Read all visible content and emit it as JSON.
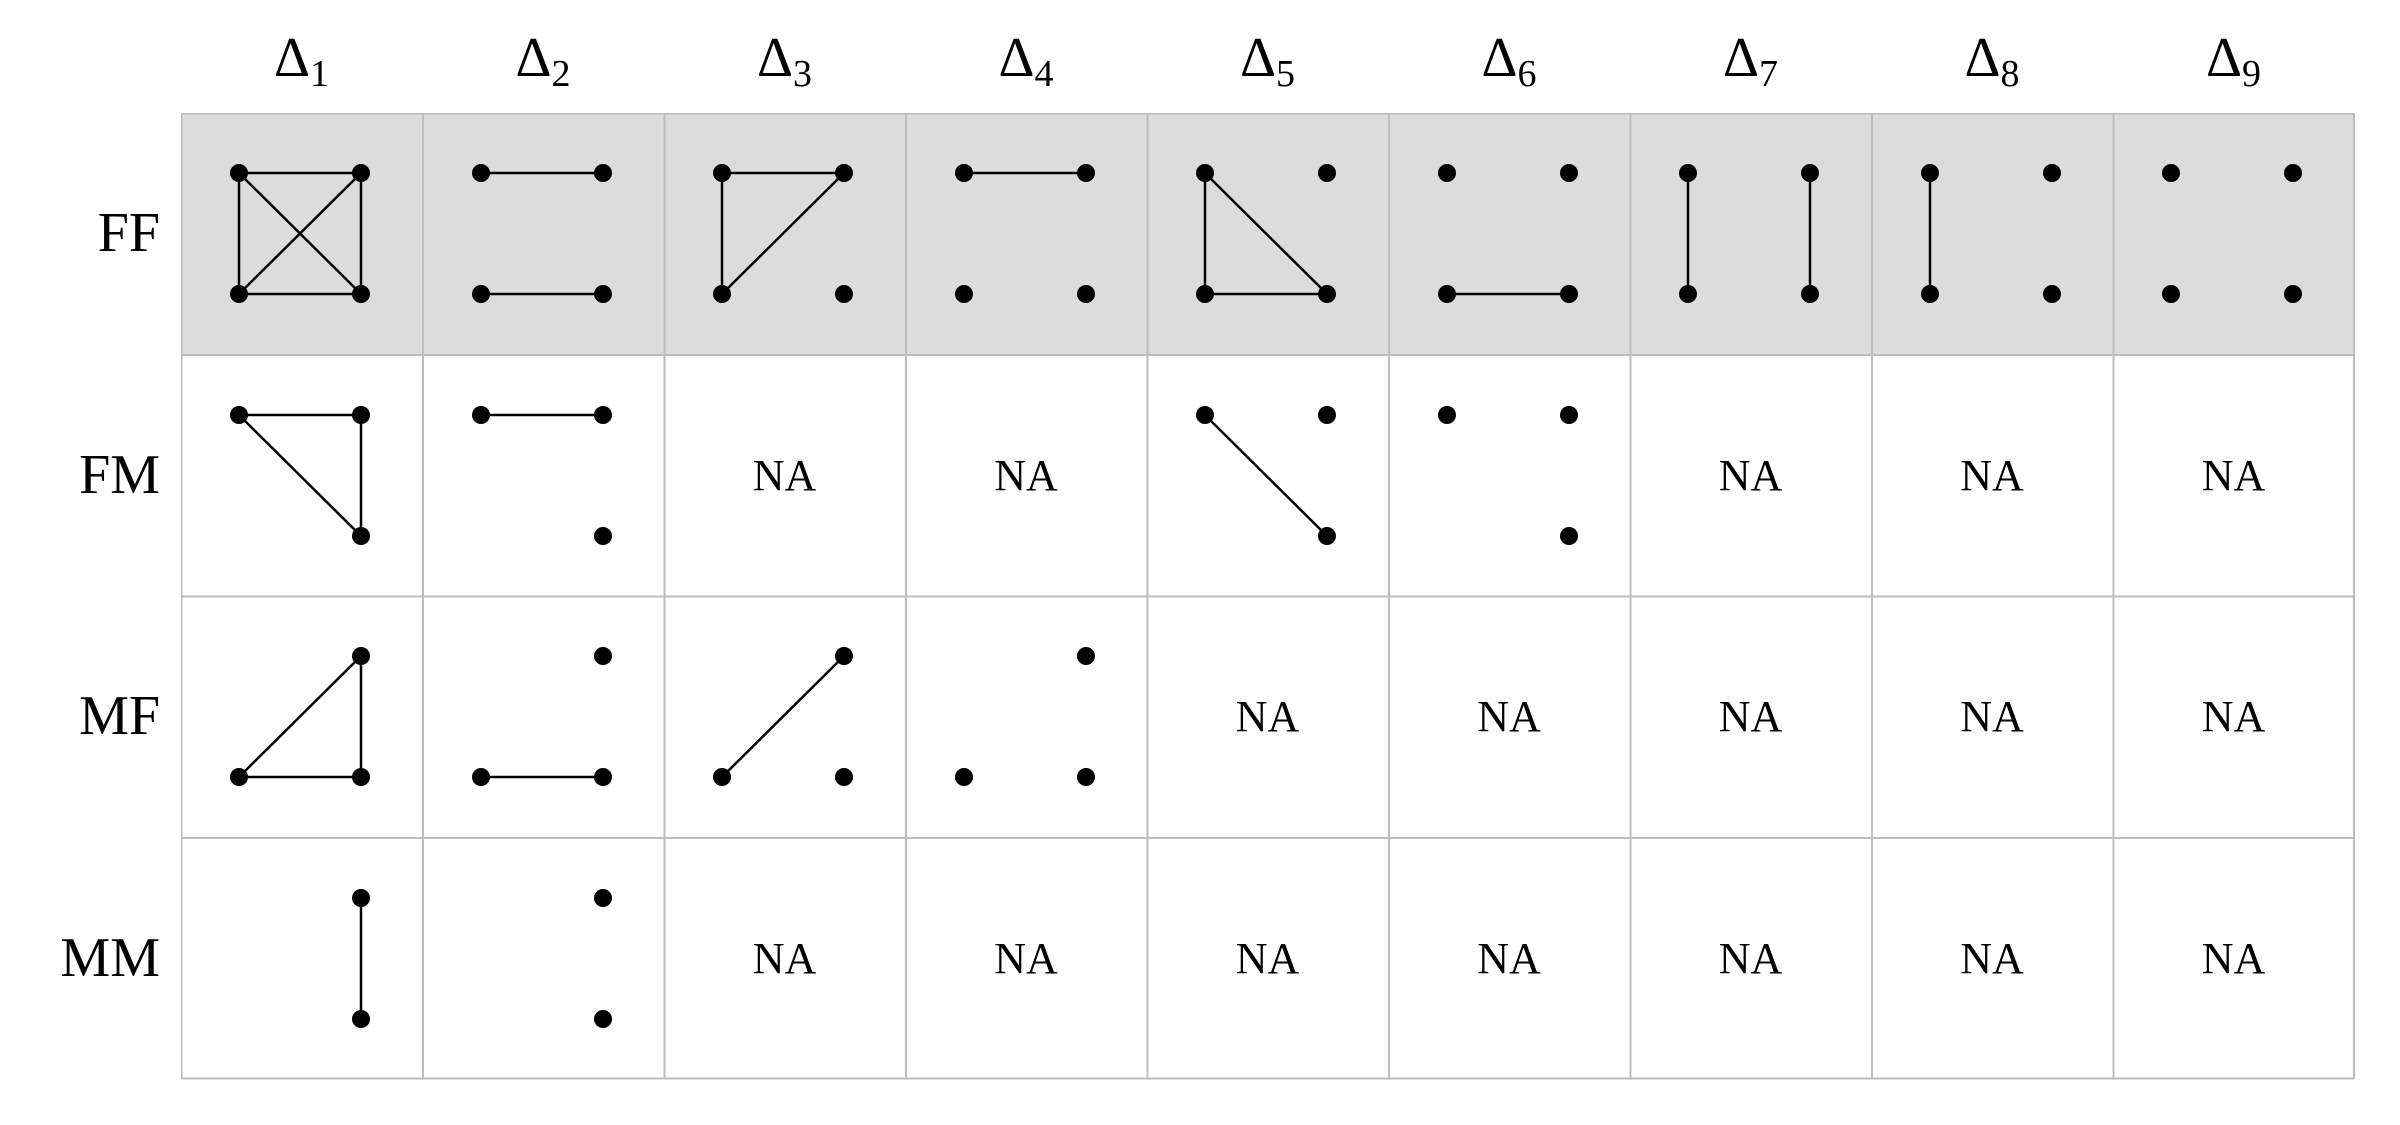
{
  "columns": [
    {
      "symbol": "Δ",
      "sub": "1"
    },
    {
      "symbol": "Δ",
      "sub": "2"
    },
    {
      "symbol": "Δ",
      "sub": "3"
    },
    {
      "symbol": "Δ",
      "sub": "4"
    },
    {
      "symbol": "Δ",
      "sub": "5"
    },
    {
      "symbol": "Δ",
      "sub": "6"
    },
    {
      "symbol": "Δ",
      "sub": "7"
    },
    {
      "symbol": "Δ",
      "sub": "8"
    },
    {
      "symbol": "Δ",
      "sub": "9"
    }
  ],
  "rows": [
    {
      "label": "FF",
      "shaded": true,
      "cells": [
        {
          "nodes": [
            "TL",
            "TR",
            "BL",
            "BR"
          ],
          "edges": [
            [
              "TL",
              "TR"
            ],
            [
              "BL",
              "BR"
            ],
            [
              "TL",
              "BL"
            ],
            [
              "TR",
              "BR"
            ],
            [
              "TL",
              "BR"
            ],
            [
              "TR",
              "BL"
            ]
          ]
        },
        {
          "nodes": [
            "TL",
            "TR",
            "BL",
            "BR"
          ],
          "edges": [
            [
              "TL",
              "TR"
            ],
            [
              "BL",
              "BR"
            ]
          ]
        },
        {
          "nodes": [
            "TL",
            "TR",
            "BL",
            "BR"
          ],
          "edges": [
            [
              "TL",
              "TR"
            ],
            [
              "TL",
              "BL"
            ],
            [
              "TR",
              "BL"
            ]
          ]
        },
        {
          "nodes": [
            "TL",
            "TR",
            "BL",
            "BR"
          ],
          "edges": [
            [
              "TL",
              "TR"
            ]
          ]
        },
        {
          "nodes": [
            "TL",
            "TR",
            "BL",
            "BR"
          ],
          "edges": [
            [
              "TL",
              "BL"
            ],
            [
              "BL",
              "BR"
            ],
            [
              "TL",
              "BR"
            ]
          ]
        },
        {
          "nodes": [
            "TL",
            "TR",
            "BL",
            "BR"
          ],
          "edges": [
            [
              "BL",
              "BR"
            ]
          ]
        },
        {
          "nodes": [
            "TL",
            "TR",
            "BL",
            "BR"
          ],
          "edges": [
            [
              "TL",
              "BL"
            ],
            [
              "TR",
              "BR"
            ]
          ]
        },
        {
          "nodes": [
            "TL",
            "TR",
            "BL",
            "BR"
          ],
          "edges": [
            [
              "TL",
              "BL"
            ]
          ]
        },
        {
          "nodes": [
            "TL",
            "TR",
            "BL",
            "BR"
          ],
          "edges": []
        }
      ]
    },
    {
      "label": "FM",
      "shaded": false,
      "cells": [
        {
          "nodes": [
            "TL",
            "TR",
            "BR"
          ],
          "edges": [
            [
              "TL",
              "TR"
            ],
            [
              "TR",
              "BR"
            ],
            [
              "TL",
              "BR"
            ]
          ]
        },
        {
          "nodes": [
            "TL",
            "TR",
            "BR"
          ],
          "edges": [
            [
              "TL",
              "TR"
            ]
          ]
        },
        {
          "na": "NA"
        },
        {
          "na": "NA"
        },
        {
          "nodes": [
            "TL",
            "TR",
            "BR"
          ],
          "edges": [
            [
              "TL",
              "BR"
            ]
          ]
        },
        {
          "nodes": [
            "TL",
            "TR",
            "BR"
          ],
          "edges": []
        },
        {
          "na": "NA"
        },
        {
          "na": "NA"
        },
        {
          "na": "NA"
        }
      ]
    },
    {
      "label": "MF",
      "shaded": false,
      "cells": [
        {
          "nodes": [
            "TR",
            "BL",
            "BR"
          ],
          "edges": [
            [
              "TR",
              "BR"
            ],
            [
              "BL",
              "BR"
            ],
            [
              "TR",
              "BL"
            ]
          ]
        },
        {
          "nodes": [
            "TR",
            "BL",
            "BR"
          ],
          "edges": [
            [
              "BL",
              "BR"
            ]
          ]
        },
        {
          "nodes": [
            "TR",
            "BL",
            "BR"
          ],
          "edges": [
            [
              "TR",
              "BL"
            ]
          ]
        },
        {
          "nodes": [
            "TR",
            "BL",
            "BR"
          ],
          "edges": []
        },
        {
          "na": "NA"
        },
        {
          "na": "NA"
        },
        {
          "na": "NA"
        },
        {
          "na": "NA"
        },
        {
          "na": "NA"
        }
      ]
    },
    {
      "label": "MM",
      "shaded": false,
      "cells": [
        {
          "nodes": [
            "TR",
            "BR"
          ],
          "edges": [
            [
              "TR",
              "BR"
            ]
          ]
        },
        {
          "nodes": [
            "TR",
            "BR"
          ],
          "edges": []
        },
        {
          "na": "NA"
        },
        {
          "na": "NA"
        },
        {
          "na": "NA"
        },
        {
          "na": "NA"
        },
        {
          "na": "NA"
        },
        {
          "na": "NA"
        },
        {
          "na": "NA"
        }
      ]
    }
  ]
}
